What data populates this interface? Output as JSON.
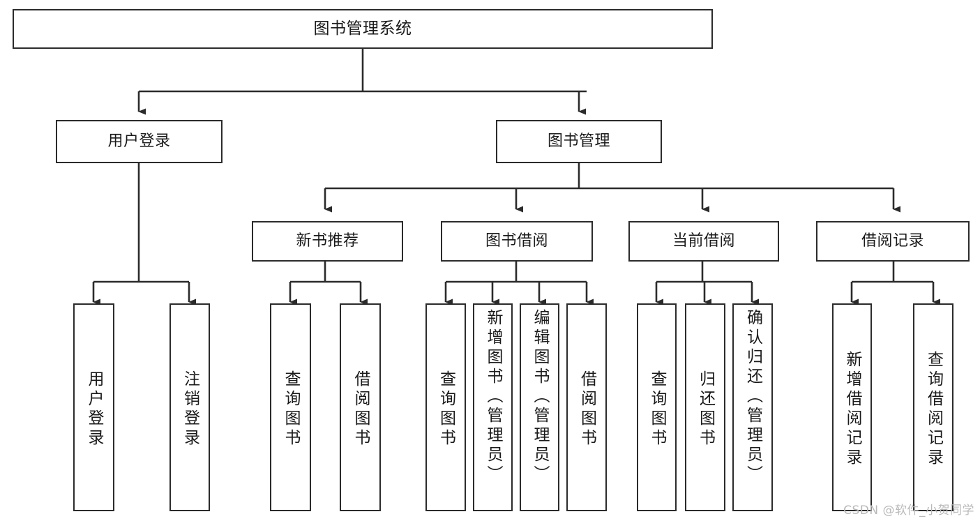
{
  "diagram": {
    "title": "图书管理系统",
    "type": "tree-hierarchy-chart",
    "watermark": "CSDN @软件_小贺同学",
    "colors": {
      "node_border": "#2b2b2b",
      "node_fill": "#ffffff",
      "edge": "#2b2b2b",
      "text": "#1a1a1a",
      "watermark": "#b9b9b9",
      "background": "#ffffff"
    },
    "nodes": {
      "root": {
        "label": "图书管理系统"
      },
      "level1": [
        {
          "id": "user-login",
          "label": "用户登录"
        },
        {
          "id": "book-management",
          "label": "图书管理"
        }
      ],
      "level2": [
        {
          "id": "new-book-recommend",
          "label": "新书推荐"
        },
        {
          "id": "book-borrow",
          "label": "图书借阅"
        },
        {
          "id": "current-borrow",
          "label": "当前借阅"
        },
        {
          "id": "borrow-record",
          "label": "借阅记录"
        }
      ],
      "leaves": {
        "user_login": [
          {
            "id": "leaf-user-login",
            "label": "用户登录"
          },
          {
            "id": "leaf-logout",
            "label": "注销登录"
          }
        ],
        "new_book_recommend": [
          {
            "id": "leaf-query-book-1",
            "label": "查询图书"
          },
          {
            "id": "leaf-borrow-book-1",
            "label": "借阅图书"
          }
        ],
        "book_borrow": [
          {
            "id": "leaf-query-book-2",
            "label": "查询图书"
          },
          {
            "id": "leaf-add-book",
            "label": "新增图书（管理员）"
          },
          {
            "id": "leaf-edit-book",
            "label": "编辑图书（管理员）"
          },
          {
            "id": "leaf-borrow-book-2",
            "label": "借阅图书"
          }
        ],
        "current_borrow": [
          {
            "id": "leaf-query-book-3",
            "label": "查询图书"
          },
          {
            "id": "leaf-return-book",
            "label": "归还图书"
          },
          {
            "id": "leaf-confirm-return",
            "label": "确认归还（管理员）"
          }
        ],
        "borrow_record": [
          {
            "id": "leaf-add-record",
            "label": "新增借阅记录"
          },
          {
            "id": "leaf-query-record",
            "label": "查询借阅记录"
          }
        ]
      }
    }
  }
}
